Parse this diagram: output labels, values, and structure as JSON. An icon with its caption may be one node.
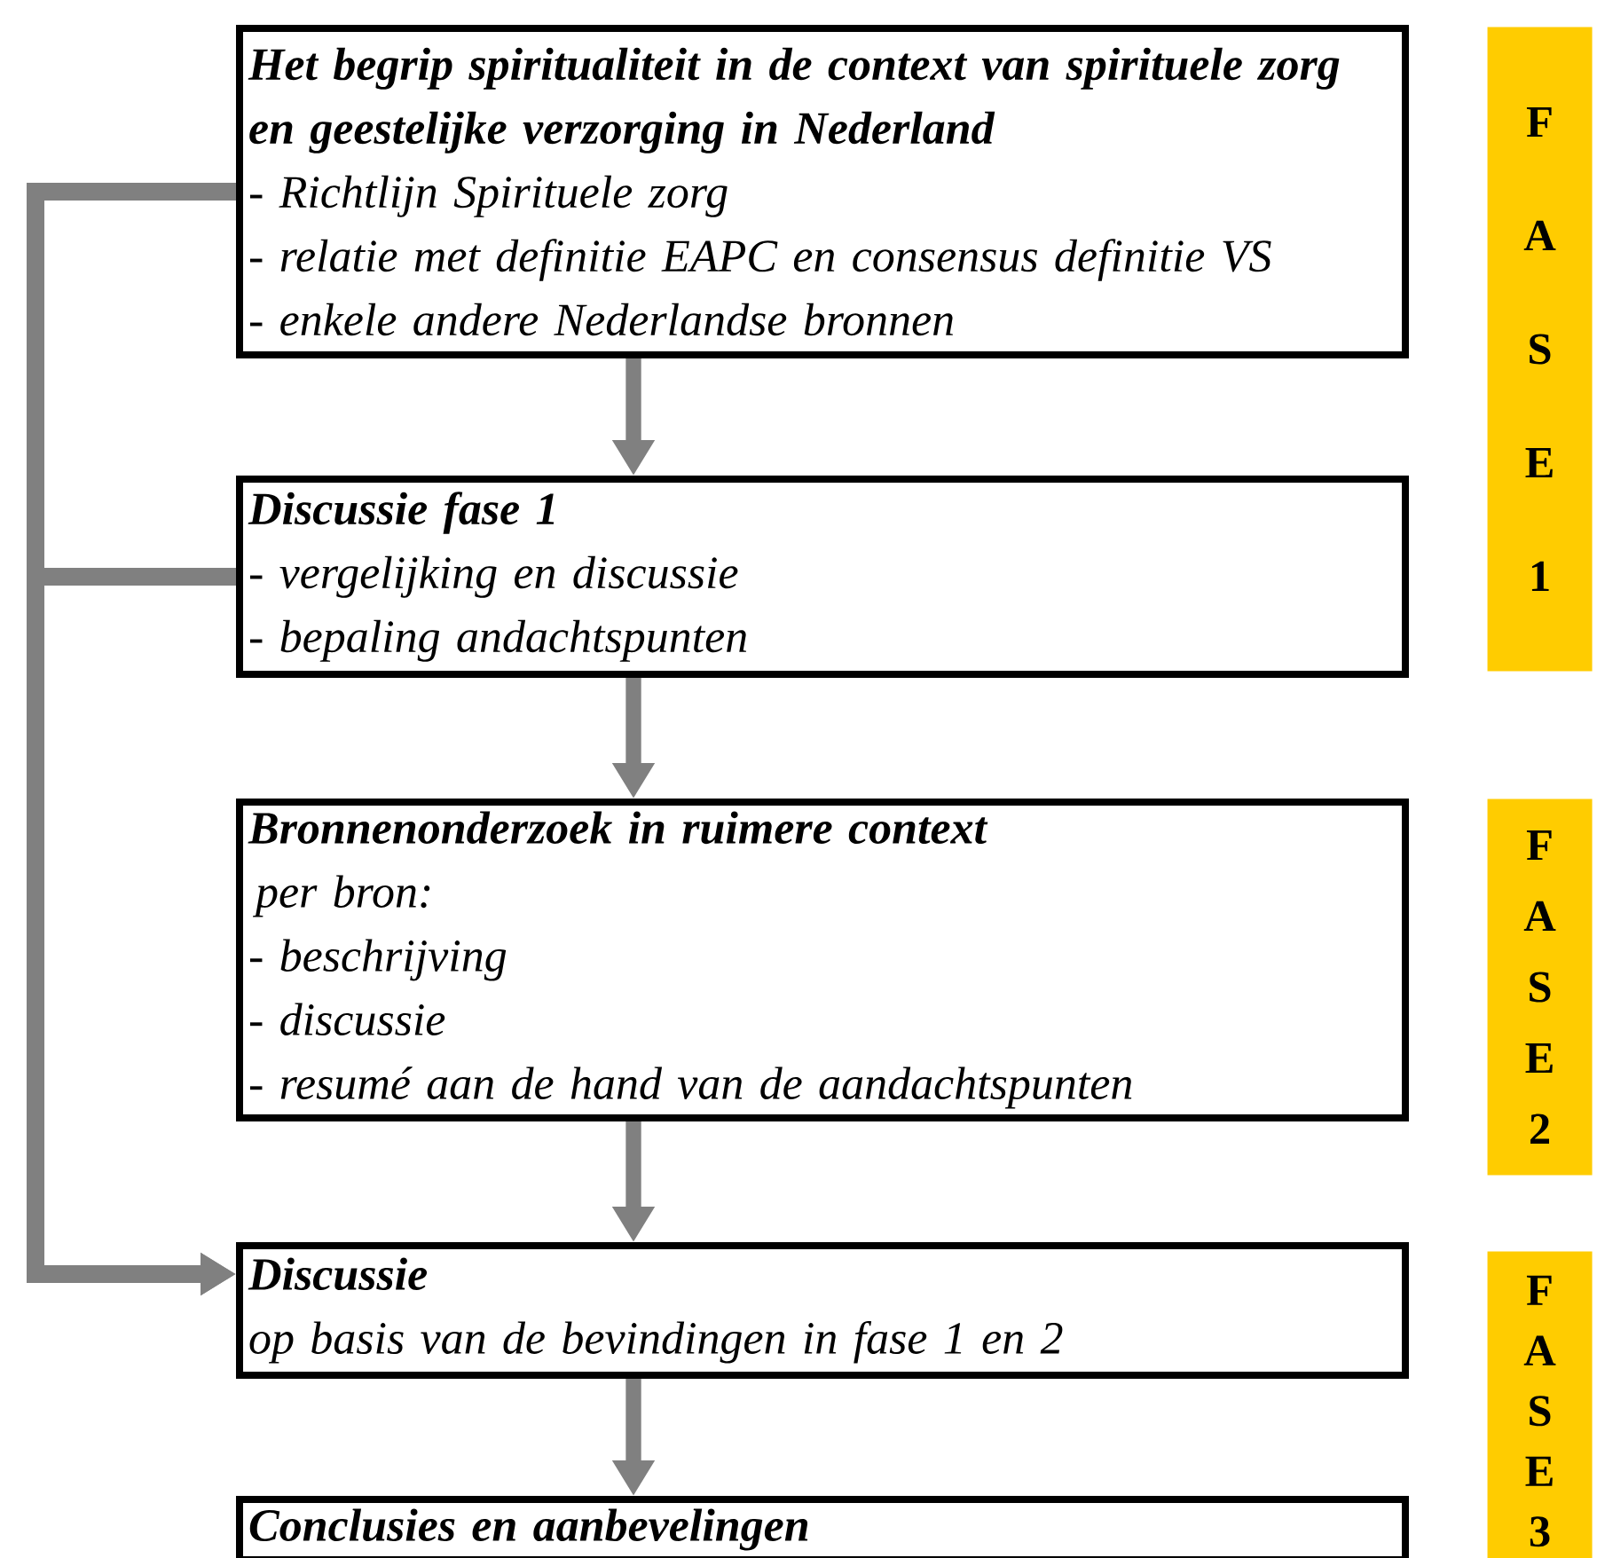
{
  "diagram": {
    "nodes": [
      {
        "text": [
          "Het begrip spiritualiteit in de context van spirituele zorg en geestelijke verzorging in Nederland",
          "- Richtlijn Spirituele zorg",
          "- relatie met definitie EAPC en consensus definitie VS",
          "- enkele andere Nederlandse bronnen"
        ]
      },
      {
        "text": [
          "Discussie fase 1",
          "- vergelijking en discussie",
          "- bepaling andachtspunten"
        ]
      },
      {
        "text": [
          "Bronnenonderzoek in ruimere context",
          "per bron:",
          "- beschrijving",
          "- discussie",
          "- resumé aan de hand van de aandachtspunten"
        ]
      },
      {
        "text": [
          "Discussie",
          "op basis van de bevindingen in fase 1 en 2"
        ]
      },
      {
        "text": [
          "Conclusies en aanbevelingen"
        ]
      },
      {
        "text": [
          "F A S E 1"
        ]
      },
      {
        "text": [
          "F A S E 2"
        ]
      },
      {
        "text": [
          "F A S E 3"
        ]
      }
    ],
    "edges": [
      {
        "from": 0,
        "to": 1,
        "arrow": "to"
      },
      {
        "from": 1,
        "to": 2,
        "arrow": "to"
      },
      {
        "from": 2,
        "to": 3,
        "arrow": "to"
      },
      {
        "from": 3,
        "to": 4,
        "arrow": "to"
      },
      {
        "from": 0,
        "to": 3,
        "arrow": "to"
      },
      {
        "from": 1,
        "to": 3,
        "arrow": "to"
      }
    ]
  }
}
